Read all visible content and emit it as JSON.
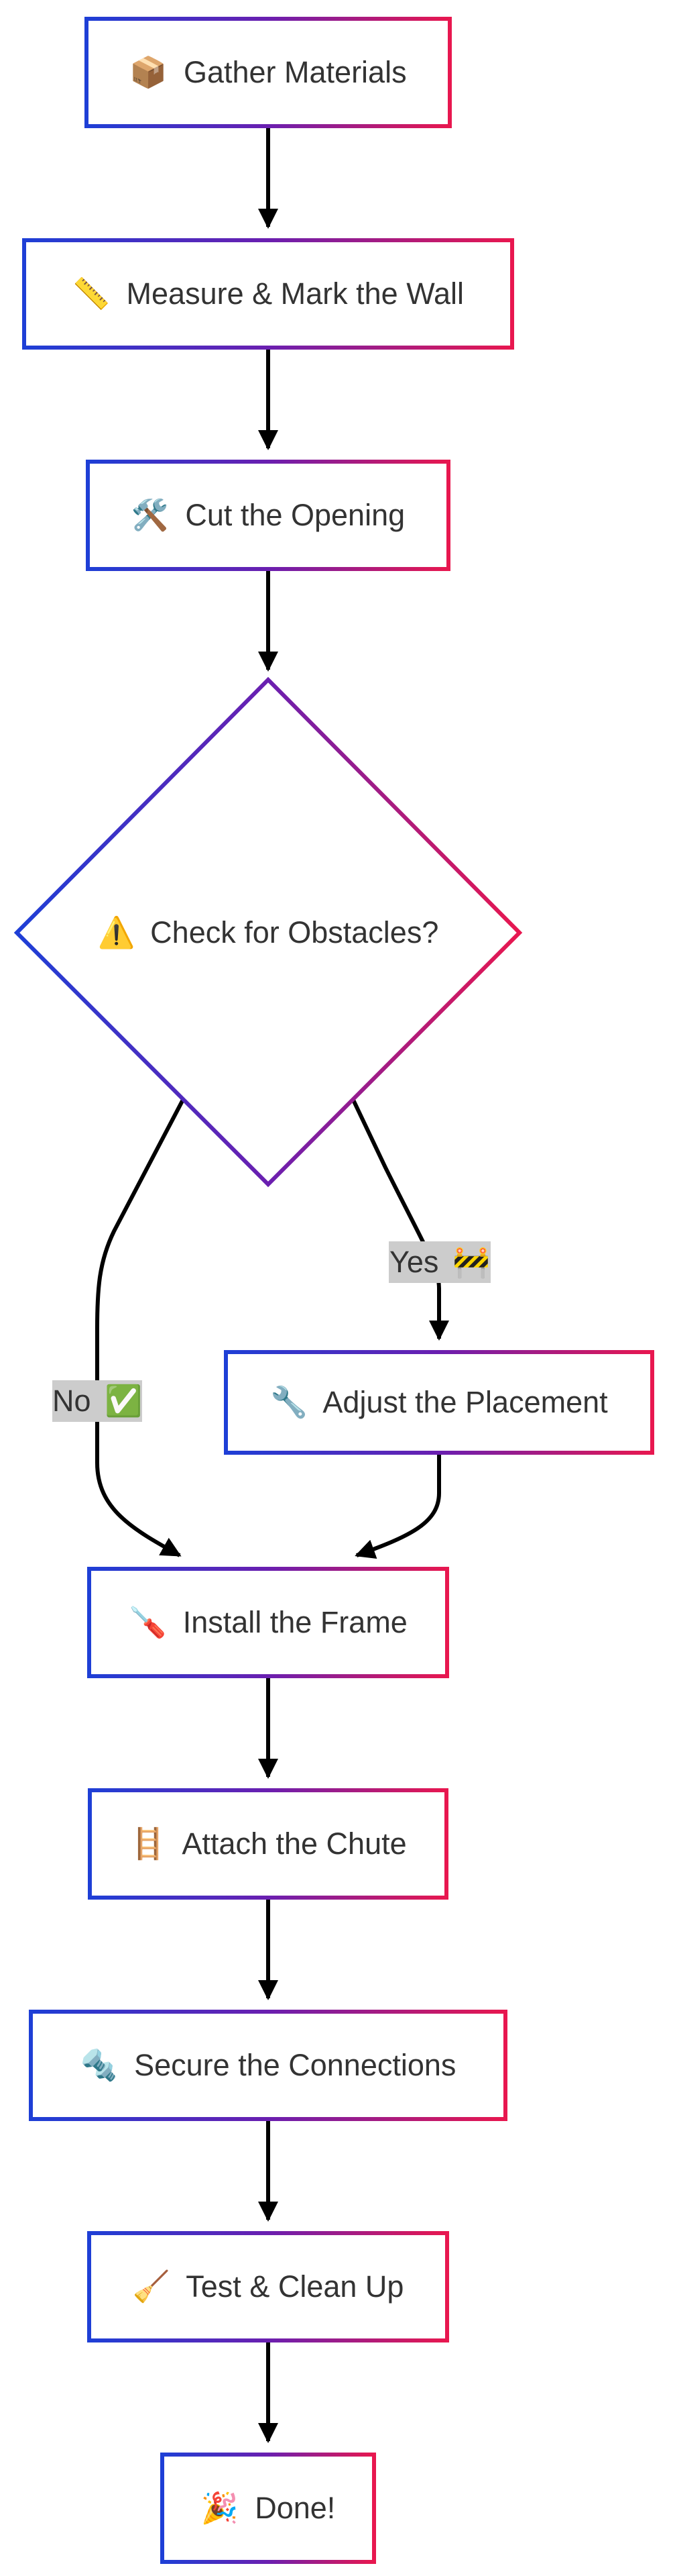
{
  "flowchart": {
    "colors": {
      "gradient_start": "#1e3fd6",
      "gradient_mid": "#6a1fb0",
      "gradient_end": "#e8174f",
      "edge": "#000000",
      "label_background": "#cccccc",
      "text": "#333333",
      "node_fill": "#ffffff"
    },
    "nodes": {
      "gather": {
        "icon": "package-icon",
        "emoji": "📦",
        "label": "Gather Materials"
      },
      "measure": {
        "icon": "ruler-icon",
        "emoji": "📏",
        "label": "Measure & Mark the Wall"
      },
      "cut": {
        "icon": "tools-icon",
        "emoji": "🛠️",
        "label": "Cut the Opening"
      },
      "check": {
        "icon": "warning-icon",
        "emoji": "⚠️",
        "label": "Check for Obstacles?"
      },
      "adjust": {
        "icon": "wrench-icon",
        "emoji": "🔧",
        "label": "Adjust the Placement"
      },
      "install": {
        "icon": "screwdriver-icon",
        "emoji": "🪛",
        "label": "Install the Frame"
      },
      "attach": {
        "icon": "ladder-icon",
        "emoji": "🪜",
        "label": "Attach the Chute"
      },
      "secure": {
        "icon": "nut-and-bolt-icon",
        "emoji": "🔩",
        "label": "Secure the Connections"
      },
      "test": {
        "icon": "broom-icon",
        "emoji": "🧹",
        "label": "Test & Clean Up"
      },
      "done": {
        "icon": "party-popper-icon",
        "emoji": "🎉",
        "label": "Done!"
      }
    },
    "edge_labels": {
      "no": {
        "icon": "check-mark-icon",
        "emoji": "✅",
        "label": "No"
      },
      "yes": {
        "icon": "construction-icon",
        "emoji": "🚧",
        "label": "Yes"
      }
    }
  }
}
